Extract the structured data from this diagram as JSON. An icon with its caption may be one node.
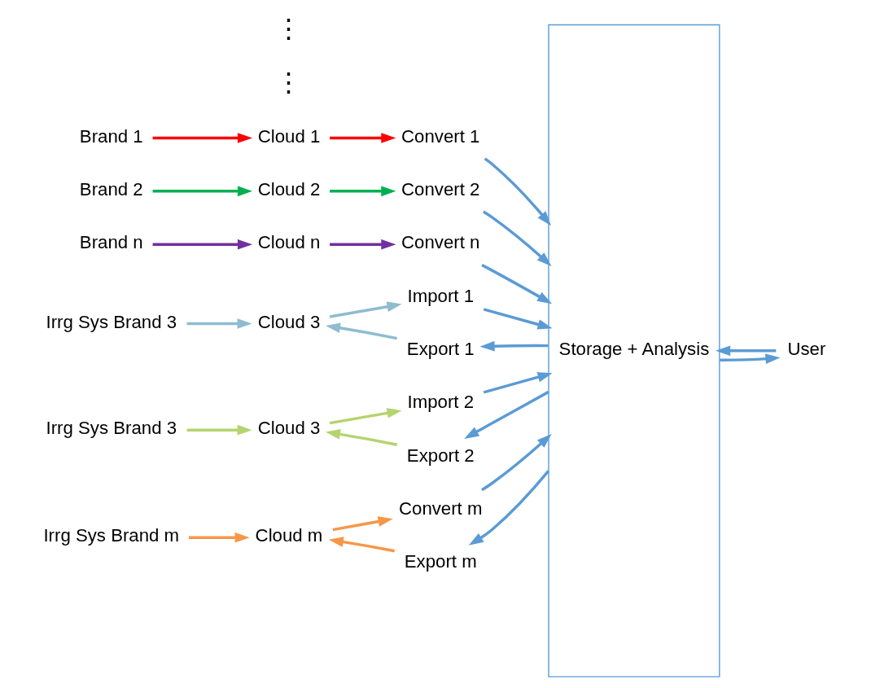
{
  "diagram": {
    "nodes": [
      {
        "text": [
          "Brand 1"
        ]
      },
      {
        "text": [
          "Cloud 1"
        ]
      },
      {
        "text": [
          "Convert 1"
        ]
      },
      {
        "text": [
          "Brand 2"
        ]
      },
      {
        "text": [
          "Cloud 2"
        ]
      },
      {
        "text": [
          "Convert 2"
        ]
      },
      {
        "text": [
          "Brand n"
        ]
      },
      {
        "text": [
          "Cloud n"
        ]
      },
      {
        "text": [
          "Convert n"
        ]
      },
      {
        "text": [
          "Irrg Sys Brand 3"
        ]
      },
      {
        "text": [
          "Cloud 3"
        ]
      },
      {
        "text": [
          "Import 1"
        ]
      },
      {
        "text": [
          "Export 1"
        ]
      },
      {
        "text": [
          "Irrg Sys Brand 3"
        ]
      },
      {
        "text": [
          "Cloud 3"
        ]
      },
      {
        "text": [
          "Import 2"
        ]
      },
      {
        "text": [
          "Export 2"
        ]
      },
      {
        "text": [
          "Irrg Sys Brand m"
        ]
      },
      {
        "text": [
          "Cloud m"
        ]
      },
      {
        "text": [
          "Convert m"
        ]
      },
      {
        "text": [
          "Export m"
        ]
      },
      {
        "text": [
          "Storage + Analysis"
        ]
      },
      {
        "text": [
          "User"
        ]
      }
    ],
    "edges": [
      {
        "from": 0,
        "to": 1,
        "arrow": "to",
        "color": "#ff0000"
      },
      {
        "from": 1,
        "to": 2,
        "arrow": "to",
        "color": "#ff0000"
      },
      {
        "from": 2,
        "to": 21,
        "arrow": "to"
      },
      {
        "from": 3,
        "to": 4,
        "arrow": "to",
        "color": "#00b050"
      },
      {
        "from": 4,
        "to": 5,
        "arrow": "to",
        "color": "#00b050"
      },
      {
        "from": 5,
        "to": 21,
        "arrow": "to"
      },
      {
        "from": 6,
        "to": 7,
        "arrow": "to",
        "color": "#7030a0"
      },
      {
        "from": 7,
        "to": 8,
        "arrow": "to",
        "color": "#7030a0"
      },
      {
        "from": 8,
        "to": 21,
        "arrow": "to"
      },
      {
        "from": 9,
        "to": 10,
        "arrow": "to",
        "color": "#8fbcd0"
      },
      {
        "from": 10,
        "to": 11,
        "arrow": "to",
        "color": "#8fbcd0"
      },
      {
        "from": 11,
        "to": 21,
        "arrow": "to"
      },
      {
        "from": 21,
        "to": 12,
        "arrow": "to"
      },
      {
        "from": 12,
        "to": 10,
        "arrow": "to",
        "color": "#8fbcd0"
      },
      {
        "from": 13,
        "to": 14,
        "arrow": "to",
        "color": "#b4d46e"
      },
      {
        "from": 14,
        "to": 15,
        "arrow": "to",
        "color": "#b4d46e"
      },
      {
        "from": 15,
        "to": 21,
        "arrow": "to"
      },
      {
        "from": 21,
        "to": 16,
        "arrow": "to"
      },
      {
        "from": 16,
        "to": 14,
        "arrow": "to",
        "color": "#b4d46e"
      },
      {
        "from": 17,
        "to": 18,
        "arrow": "to",
        "color": "#f79646"
      },
      {
        "from": 18,
        "to": 19,
        "arrow": "to",
        "color": "#f79646"
      },
      {
        "from": 19,
        "to": 21,
        "arrow": "to"
      },
      {
        "from": 21,
        "to": 20,
        "arrow": "to"
      },
      {
        "from": 20,
        "to": 18,
        "arrow": "to",
        "color": "#f79646"
      },
      {
        "from": 21,
        "to": 22,
        "arrow": "to"
      },
      {
        "from": 22,
        "to": 21,
        "arrow": "to"
      }
    ],
    "labels": [
      "⋮",
      "⋮"
    ]
  }
}
